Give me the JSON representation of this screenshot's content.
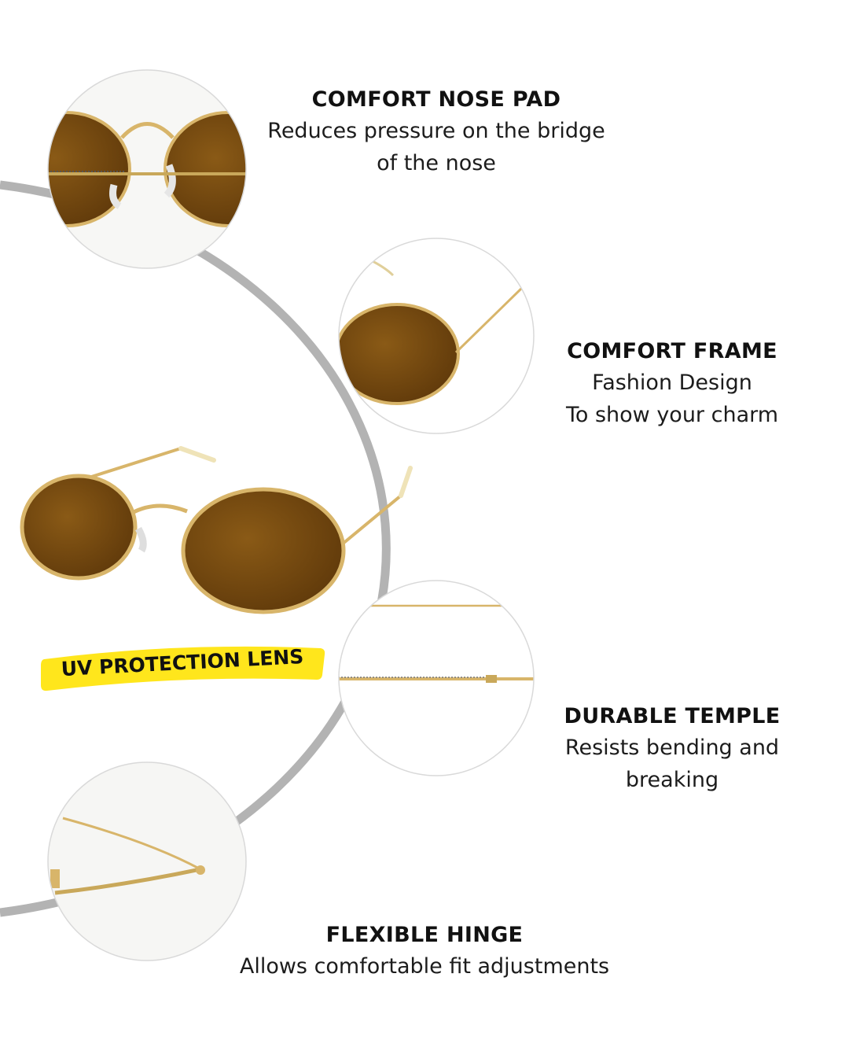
{
  "colors": {
    "background": "#ffffff",
    "arc": "#b3b3b3",
    "gold": "#d8b56a",
    "lens": "#7a4c10",
    "badge": "#ffe61c",
    "text": "#111111"
  },
  "features": {
    "nose_pad": {
      "title": "COMFORT NOSE PAD",
      "line1": "Reduces pressure on the bridge",
      "line2": "of the nose"
    },
    "frame": {
      "title": "COMFORT FRAME",
      "line1": "Fashion Design",
      "line2": "To show your charm"
    },
    "temple": {
      "title": "DURABLE TEMPLE",
      "line1": "Resists bending and",
      "line2": "breaking"
    },
    "hinge": {
      "title": "FLEXIBLE HINGE",
      "line1": "Allows comfortable fit adjustments"
    }
  },
  "badge": {
    "label": "UV PROTECTION LENS"
  },
  "images": {
    "nose_pad_closeup": "nose-pad-closeup",
    "frame_closeup": "frame-closeup",
    "temple_closeup": "temple-closeup",
    "hinge_closeup": "hinge-closeup",
    "main_product": "oval-sunglasses"
  }
}
